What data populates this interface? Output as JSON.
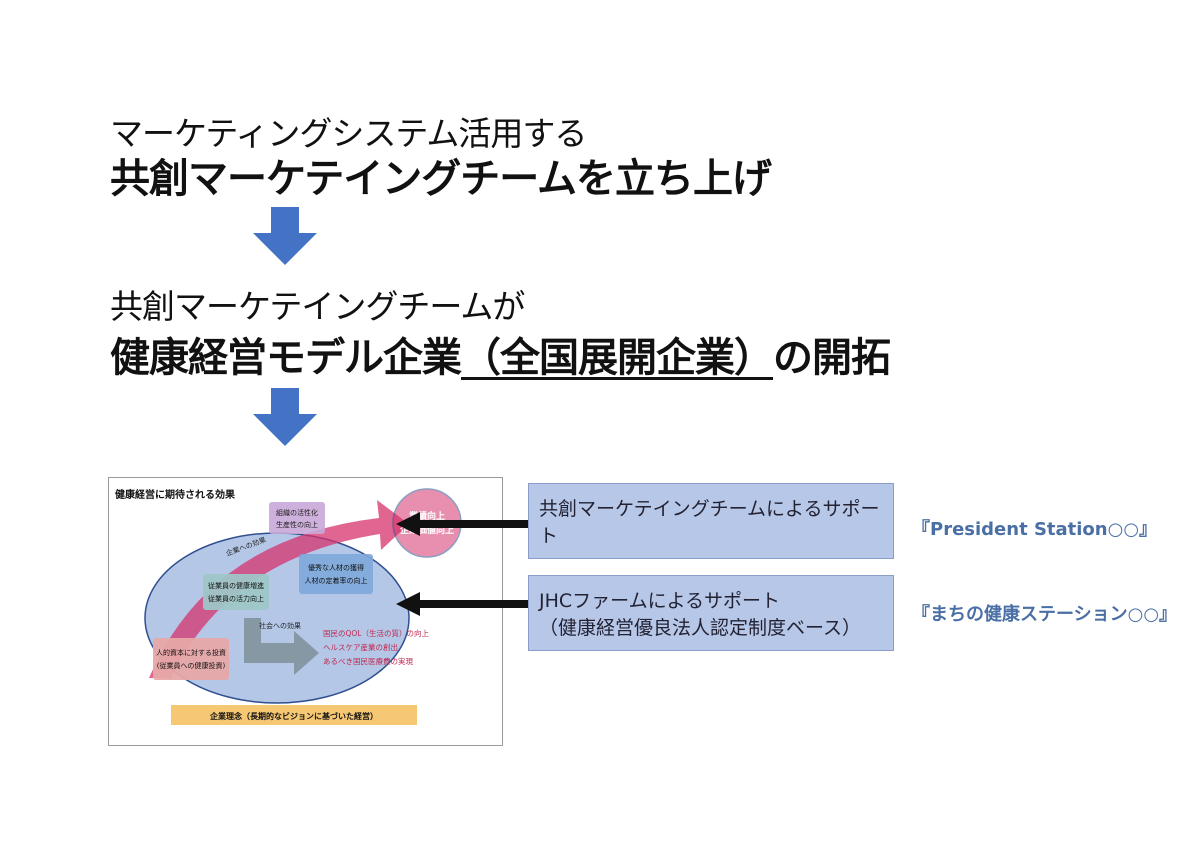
{
  "title": {
    "line1_sub": "マーケティングシステム活用する",
    "line1_main": "共創マーケテイングチームを立ち上げ",
    "line2_sub": "共創マーケテイングチームが",
    "line2_main_a": "健康経営モデル企業",
    "line2_main_b": "（全国展開企業）",
    "line2_main_c": "の開拓"
  },
  "figure": {
    "heading": "健康経営に期待される効果",
    "badge_lines": [
      "業績向上",
      "企業価値向上"
    ],
    "box_org": [
      "組織の活性化",
      "生産性の向上"
    ],
    "box_talent": [
      "優秀な人材の獲得",
      "人材の定着率の向上"
    ],
    "box_employee": [
      "従業員の健康増進",
      "従業員の活力向上"
    ],
    "box_investment": [
      "人的資本に対する投資",
      "(従業員への健康投資)"
    ],
    "label_company_effect": "企業への効果",
    "label_society_effect": "社会への効果",
    "society_lines": [
      "国民のQOL（生活の質）の向上",
      "ヘルスケア産業の創出",
      "あるべき国民医療費の実現"
    ],
    "footer": "企業理念（長期的なビジョンに基づいた経営）"
  },
  "support": {
    "box1_line1": "共創マーケテイングチームによるサポート",
    "box2_line1": "JHCファームによるサポート",
    "box2_line2": "（健康経営優良法人認定制度ベース）"
  },
  "stations": {
    "station1": "『President Station○○』",
    "station2": "『まちの健康ステーション○○』"
  },
  "colors": {
    "arrow_blue": "#4472c4",
    "box_blue": "#b7c7e8",
    "station_text": "#4a6fa5",
    "figure_ellipse": "#b4c7e7",
    "figure_arrow_pink": "#d6336c",
    "figure_footer": "#f7c873"
  }
}
